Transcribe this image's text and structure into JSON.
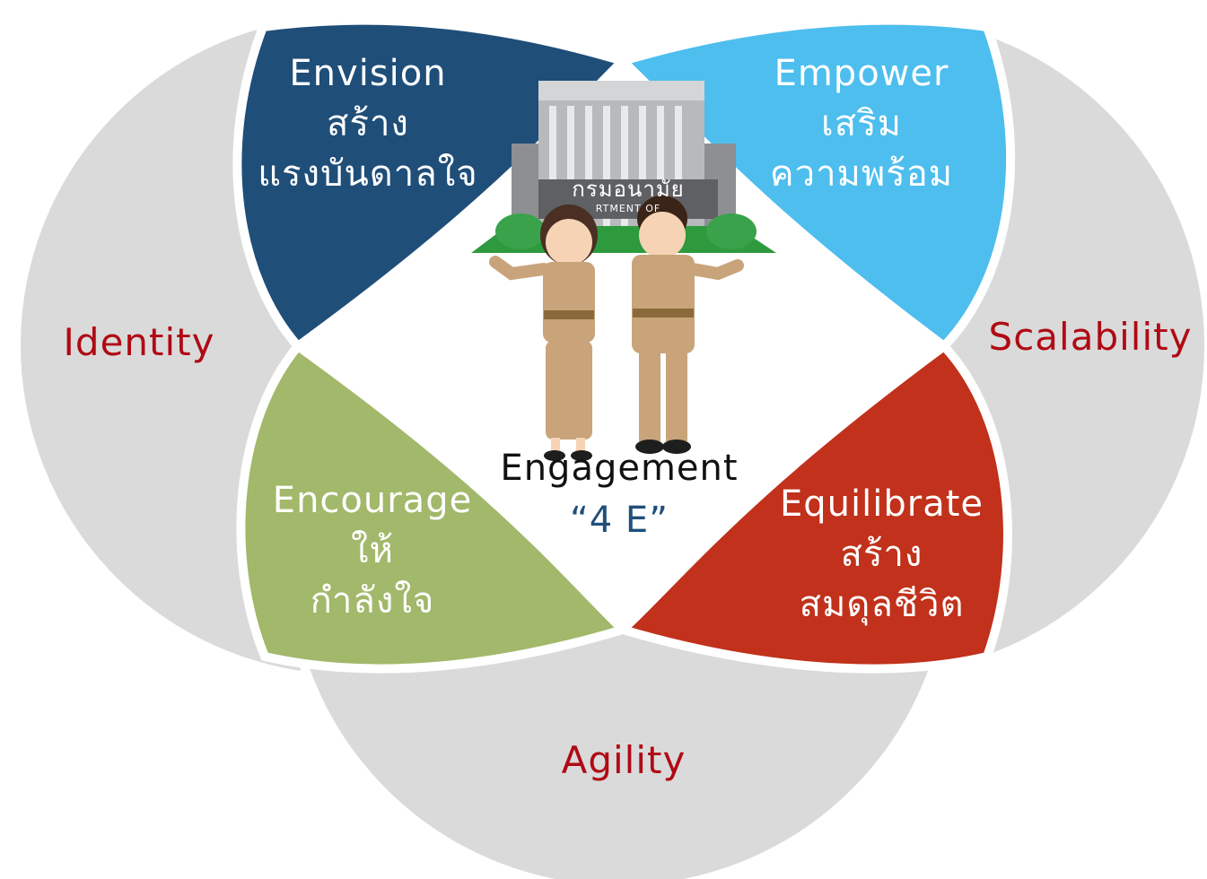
{
  "colors": {
    "outer": "#dadada",
    "envision": "#1f4e79",
    "empower": "#4dbeee",
    "encourage": "#a2b86a",
    "equilibrate": "#c1311b",
    "outer_text": "#b00a14",
    "center_sub_text": "#1f4f7a"
  },
  "outer": {
    "identity": "Identity",
    "scalability": "Scalability",
    "agility": "Agility"
  },
  "petals": {
    "envision": {
      "title": "Envision",
      "line1": "สร้าง",
      "line2": "แรงบันดาลใจ"
    },
    "empower": {
      "title": "Empower",
      "line1": "เสริม",
      "line2": "ความพร้อม"
    },
    "encourage": {
      "title": "Encourage",
      "line1": "ให้",
      "line2": "กำลังใจ"
    },
    "equilibrate": {
      "title": "Equilibrate",
      "line1": "สร้าง",
      "line2": "สมดุลชีวิต"
    }
  },
  "center": {
    "title": "Engagement",
    "subtitle": "“4 E”",
    "building_sign": "กรมอนามัย",
    "building_sign_en": "RTMENT OF"
  }
}
